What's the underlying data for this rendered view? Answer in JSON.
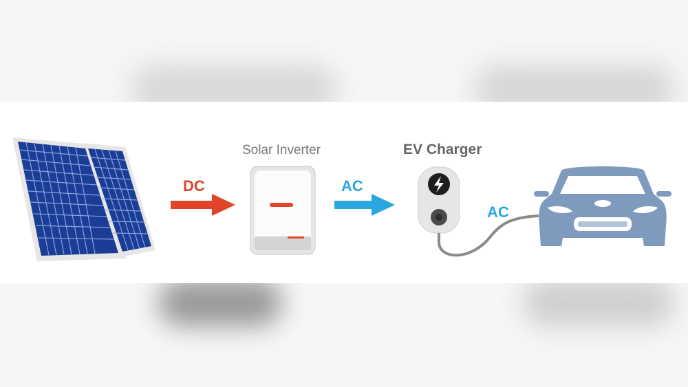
{
  "diagram": {
    "inverter_label": "Solar Inverter",
    "charger_label": "EV Charger",
    "dc_label": "DC",
    "ac_label_1": "AC",
    "ac_label_2": "AC"
  },
  "colors": {
    "dc": "#e0452a",
    "ac": "#29a7de",
    "panel": "#1c3d96",
    "car": "#7e9bbd",
    "charger": "#e6e6e6"
  },
  "icons": {
    "panel": "solar-panel-icon",
    "inverter": "inverter-icon",
    "charger": "ev-charger-icon",
    "car": "electric-car-icon"
  }
}
